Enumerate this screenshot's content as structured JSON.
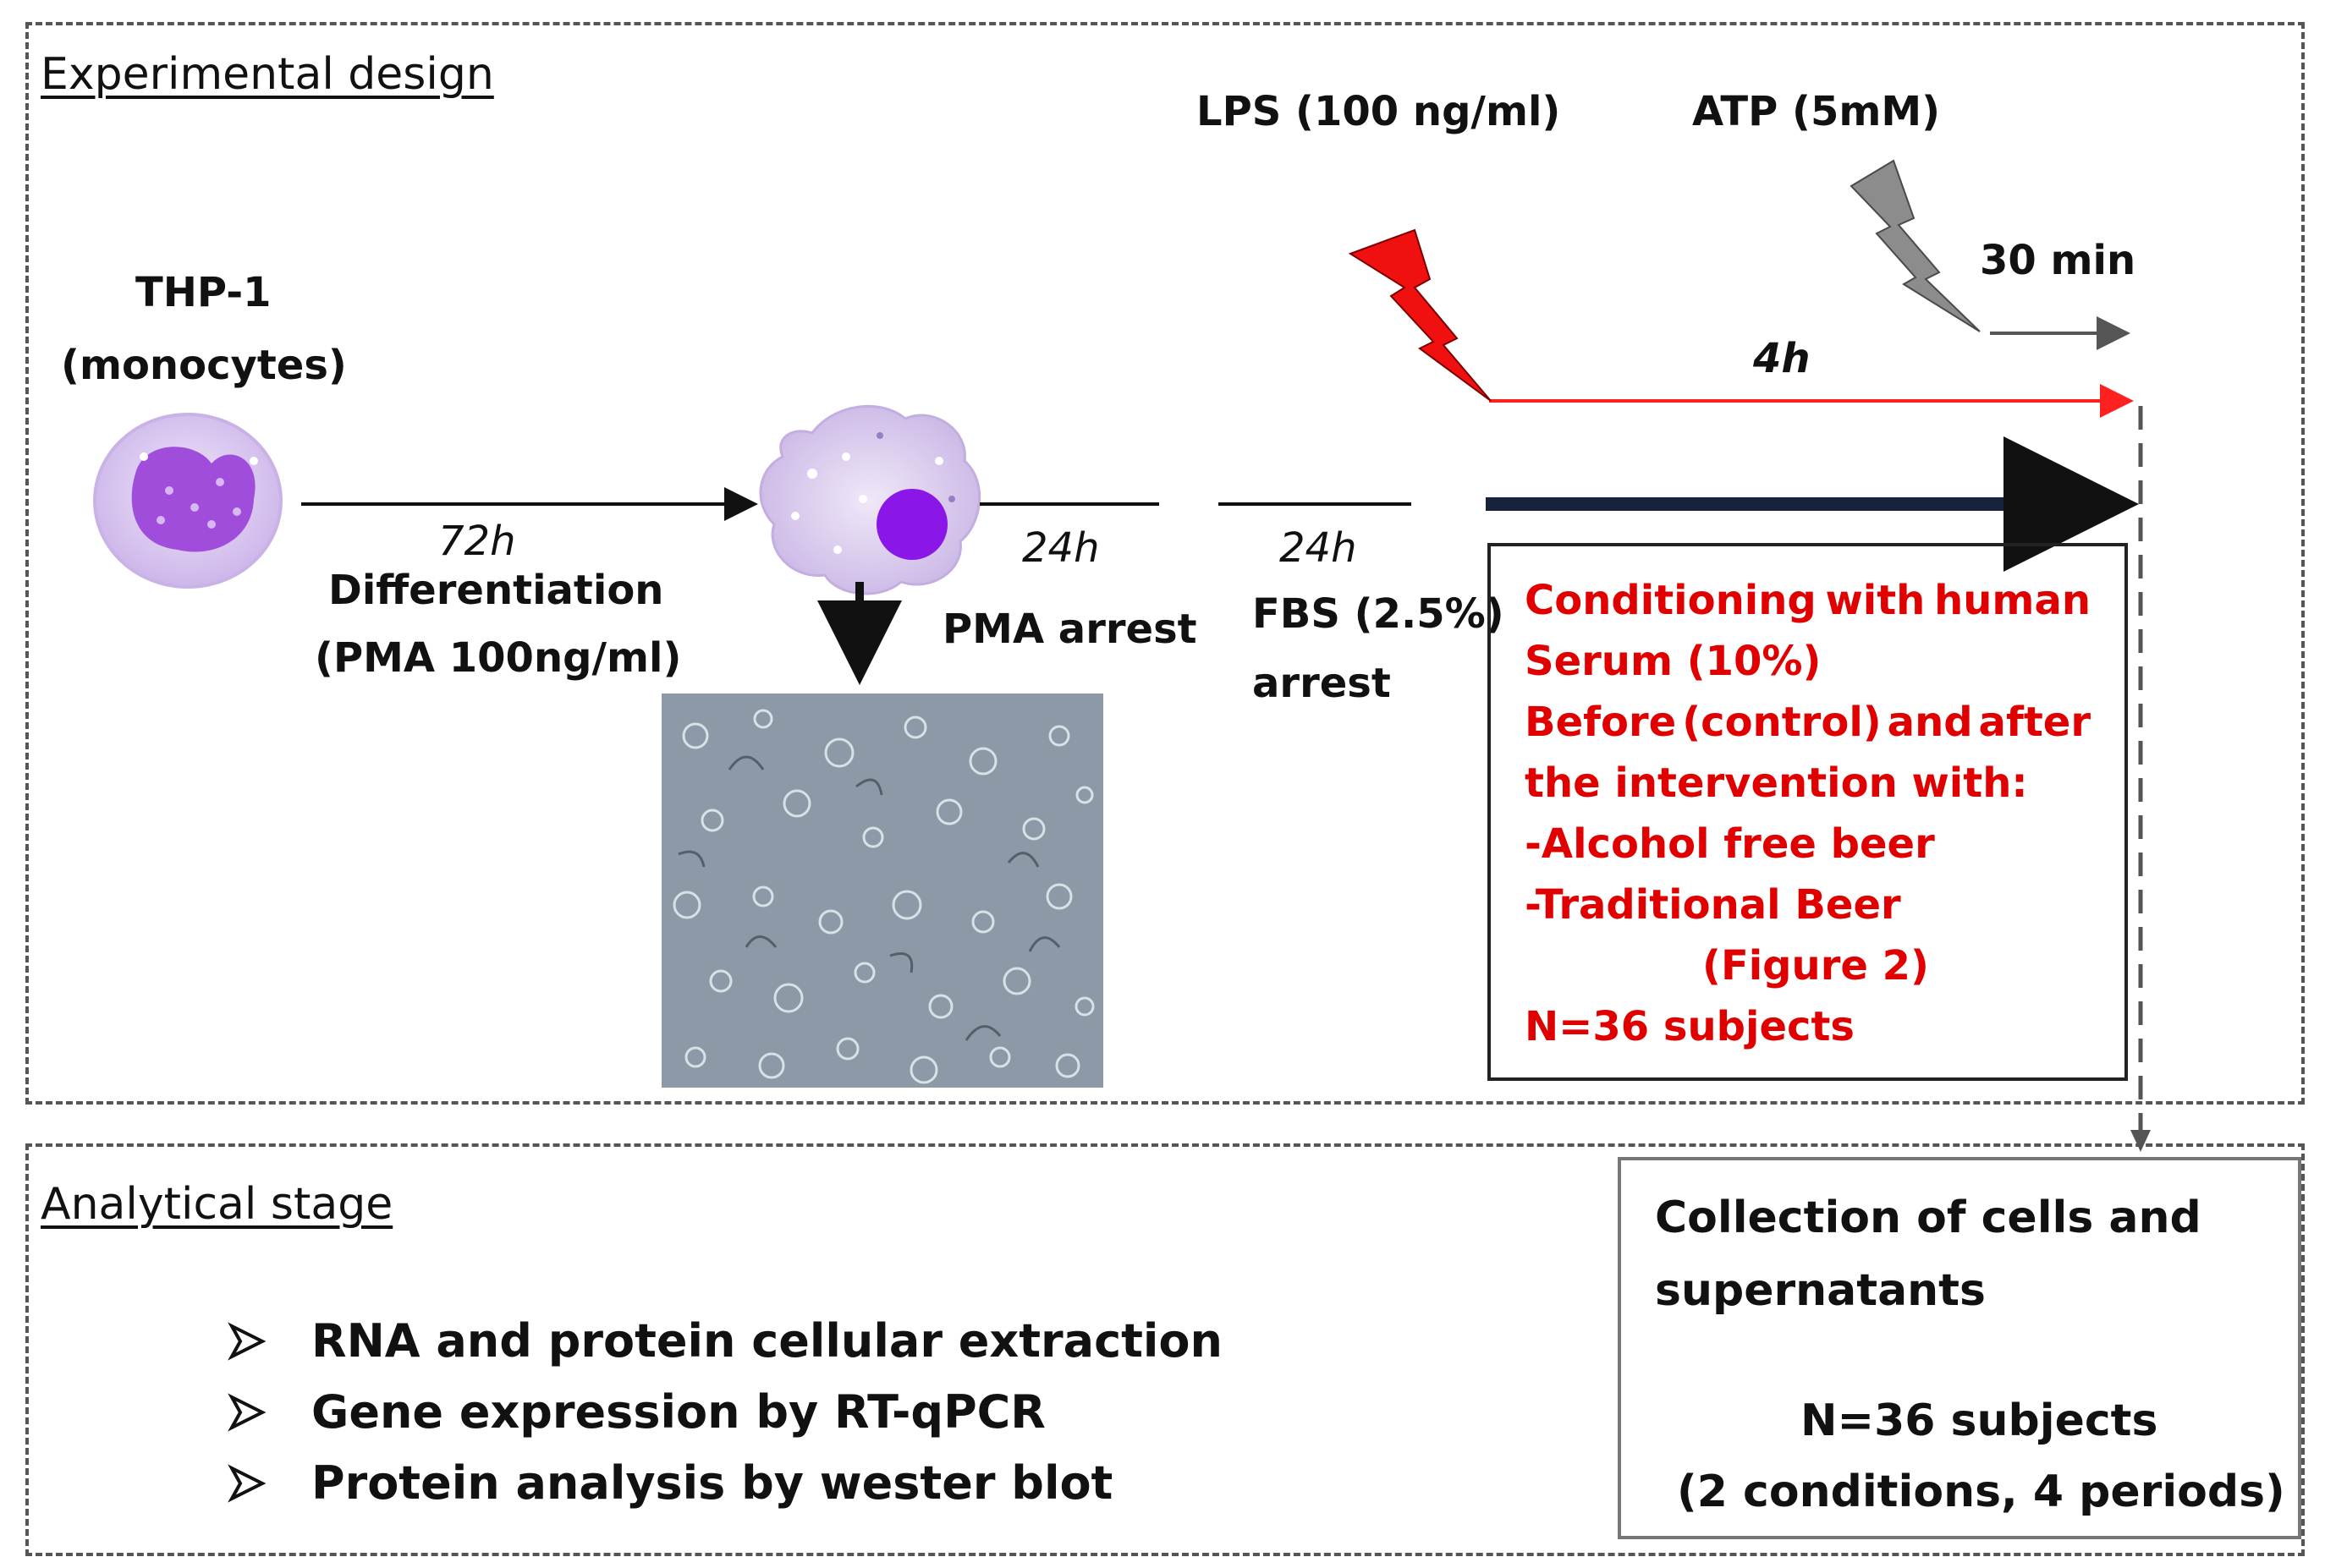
{
  "experimental": {
    "heading": "Experimental design",
    "lps_label": "LPS (100 ng/ml)",
    "atp_label": "ATP (5mM)",
    "thp1_title": "THP-1",
    "thp1_subtitle": "(monocytes)",
    "time_72h": "72h",
    "differentiation_label": "Differentiation",
    "pma_label": "(PMA 100ng/ml)",
    "time_24h_first": "24h",
    "pma_arrest": "PMA arrest",
    "time_24h_second": "24h",
    "fbs_label": "FBS (2.5%)",
    "fbs_arrest": "arrest",
    "time_4h": "4h",
    "time_30min": "30 min"
  },
  "conditioning": {
    "line1_words": [
      "Conditioning",
      "with",
      "human"
    ],
    "line2": "Serum (10%)",
    "line3_words": [
      "Before",
      "(control)",
      "and",
      "after"
    ],
    "line4": "the intervention with:",
    "line5": "-Alcohol free beer",
    "line6": "-Traditional Beer",
    "line7": "(Figure 2)",
    "line8": "N=36 subjects"
  },
  "analytical": {
    "heading": "Analytical stage",
    "items": [
      "RNA and protein cellular extraction",
      "Gene expression by RT-qPCR",
      "Protein analysis by wester blot"
    ]
  },
  "collection": {
    "line1": "Collection of cells and",
    "line2": "supernatants",
    "subjects": "N=36 subjects",
    "conditions": "(2 conditions, 4 periods)"
  },
  "colors": {
    "red": "#e00000",
    "navy": "#17233a",
    "lps_bolt": "#f01010",
    "atp_bolt": "#8c8c8c",
    "cell_purple": "#9b4fe0",
    "cell_light": "#d9c8ee"
  }
}
